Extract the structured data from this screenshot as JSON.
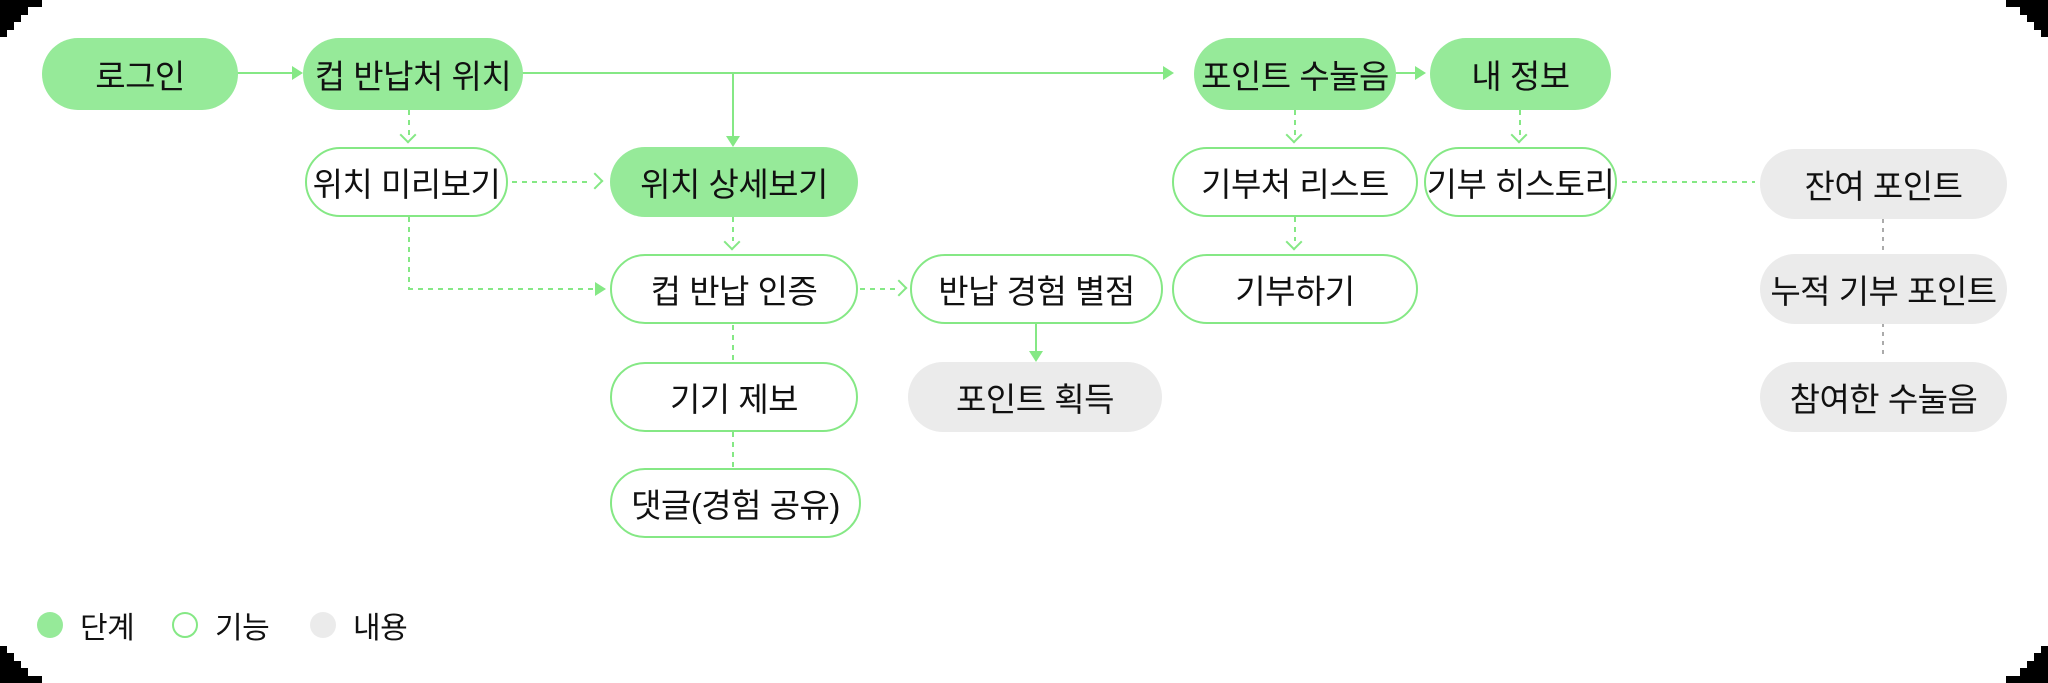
{
  "colors": {
    "step_fill": "#96EA99",
    "function_border": "#85E885",
    "content_fill": "#EBEBEB",
    "connector_green": "#85E885",
    "connector_gray": "#ABABAB",
    "text": "#111111",
    "background": "#FFFFFF",
    "corner_decoration": "#000000"
  },
  "nodes": [
    {
      "id": "login",
      "label": "로그인",
      "type": "step"
    },
    {
      "id": "cup-return-location",
      "label": "컵 반납처 위치",
      "type": "step"
    },
    {
      "id": "location-preview",
      "label": "위치 미리보기",
      "type": "function"
    },
    {
      "id": "location-detail",
      "label": "위치 상세보기",
      "type": "step"
    },
    {
      "id": "cup-return-verify",
      "label": "컵 반납 인증",
      "type": "function"
    },
    {
      "id": "return-experience-rating",
      "label": "반납 경험 별점",
      "type": "function"
    },
    {
      "id": "device-report",
      "label": "기기 제보",
      "type": "function"
    },
    {
      "id": "comment-share",
      "label": "댓글(경험 공유)",
      "type": "function"
    },
    {
      "id": "point-earn",
      "label": "포인트 획득",
      "type": "content"
    },
    {
      "id": "point-sunuleum",
      "label": "포인트 수눌음",
      "type": "step"
    },
    {
      "id": "donation-list",
      "label": "기부처 리스트",
      "type": "function"
    },
    {
      "id": "donate",
      "label": "기부하기",
      "type": "function"
    },
    {
      "id": "my-info",
      "label": "내 정보",
      "type": "step"
    },
    {
      "id": "donation-history",
      "label": "기부 히스토리",
      "type": "function"
    },
    {
      "id": "remaining-points",
      "label": "잔여 포인트",
      "type": "content"
    },
    {
      "id": "cumulative-donation-points",
      "label": "누적 기부 포인트",
      "type": "content"
    },
    {
      "id": "participated-sunuleum",
      "label": "참여한 수눌음",
      "type": "content"
    }
  ],
  "legend": {
    "items": [
      {
        "label": "단계",
        "type": "step"
      },
      {
        "label": "기능",
        "type": "function"
      },
      {
        "label": "내용",
        "type": "content"
      }
    ]
  }
}
